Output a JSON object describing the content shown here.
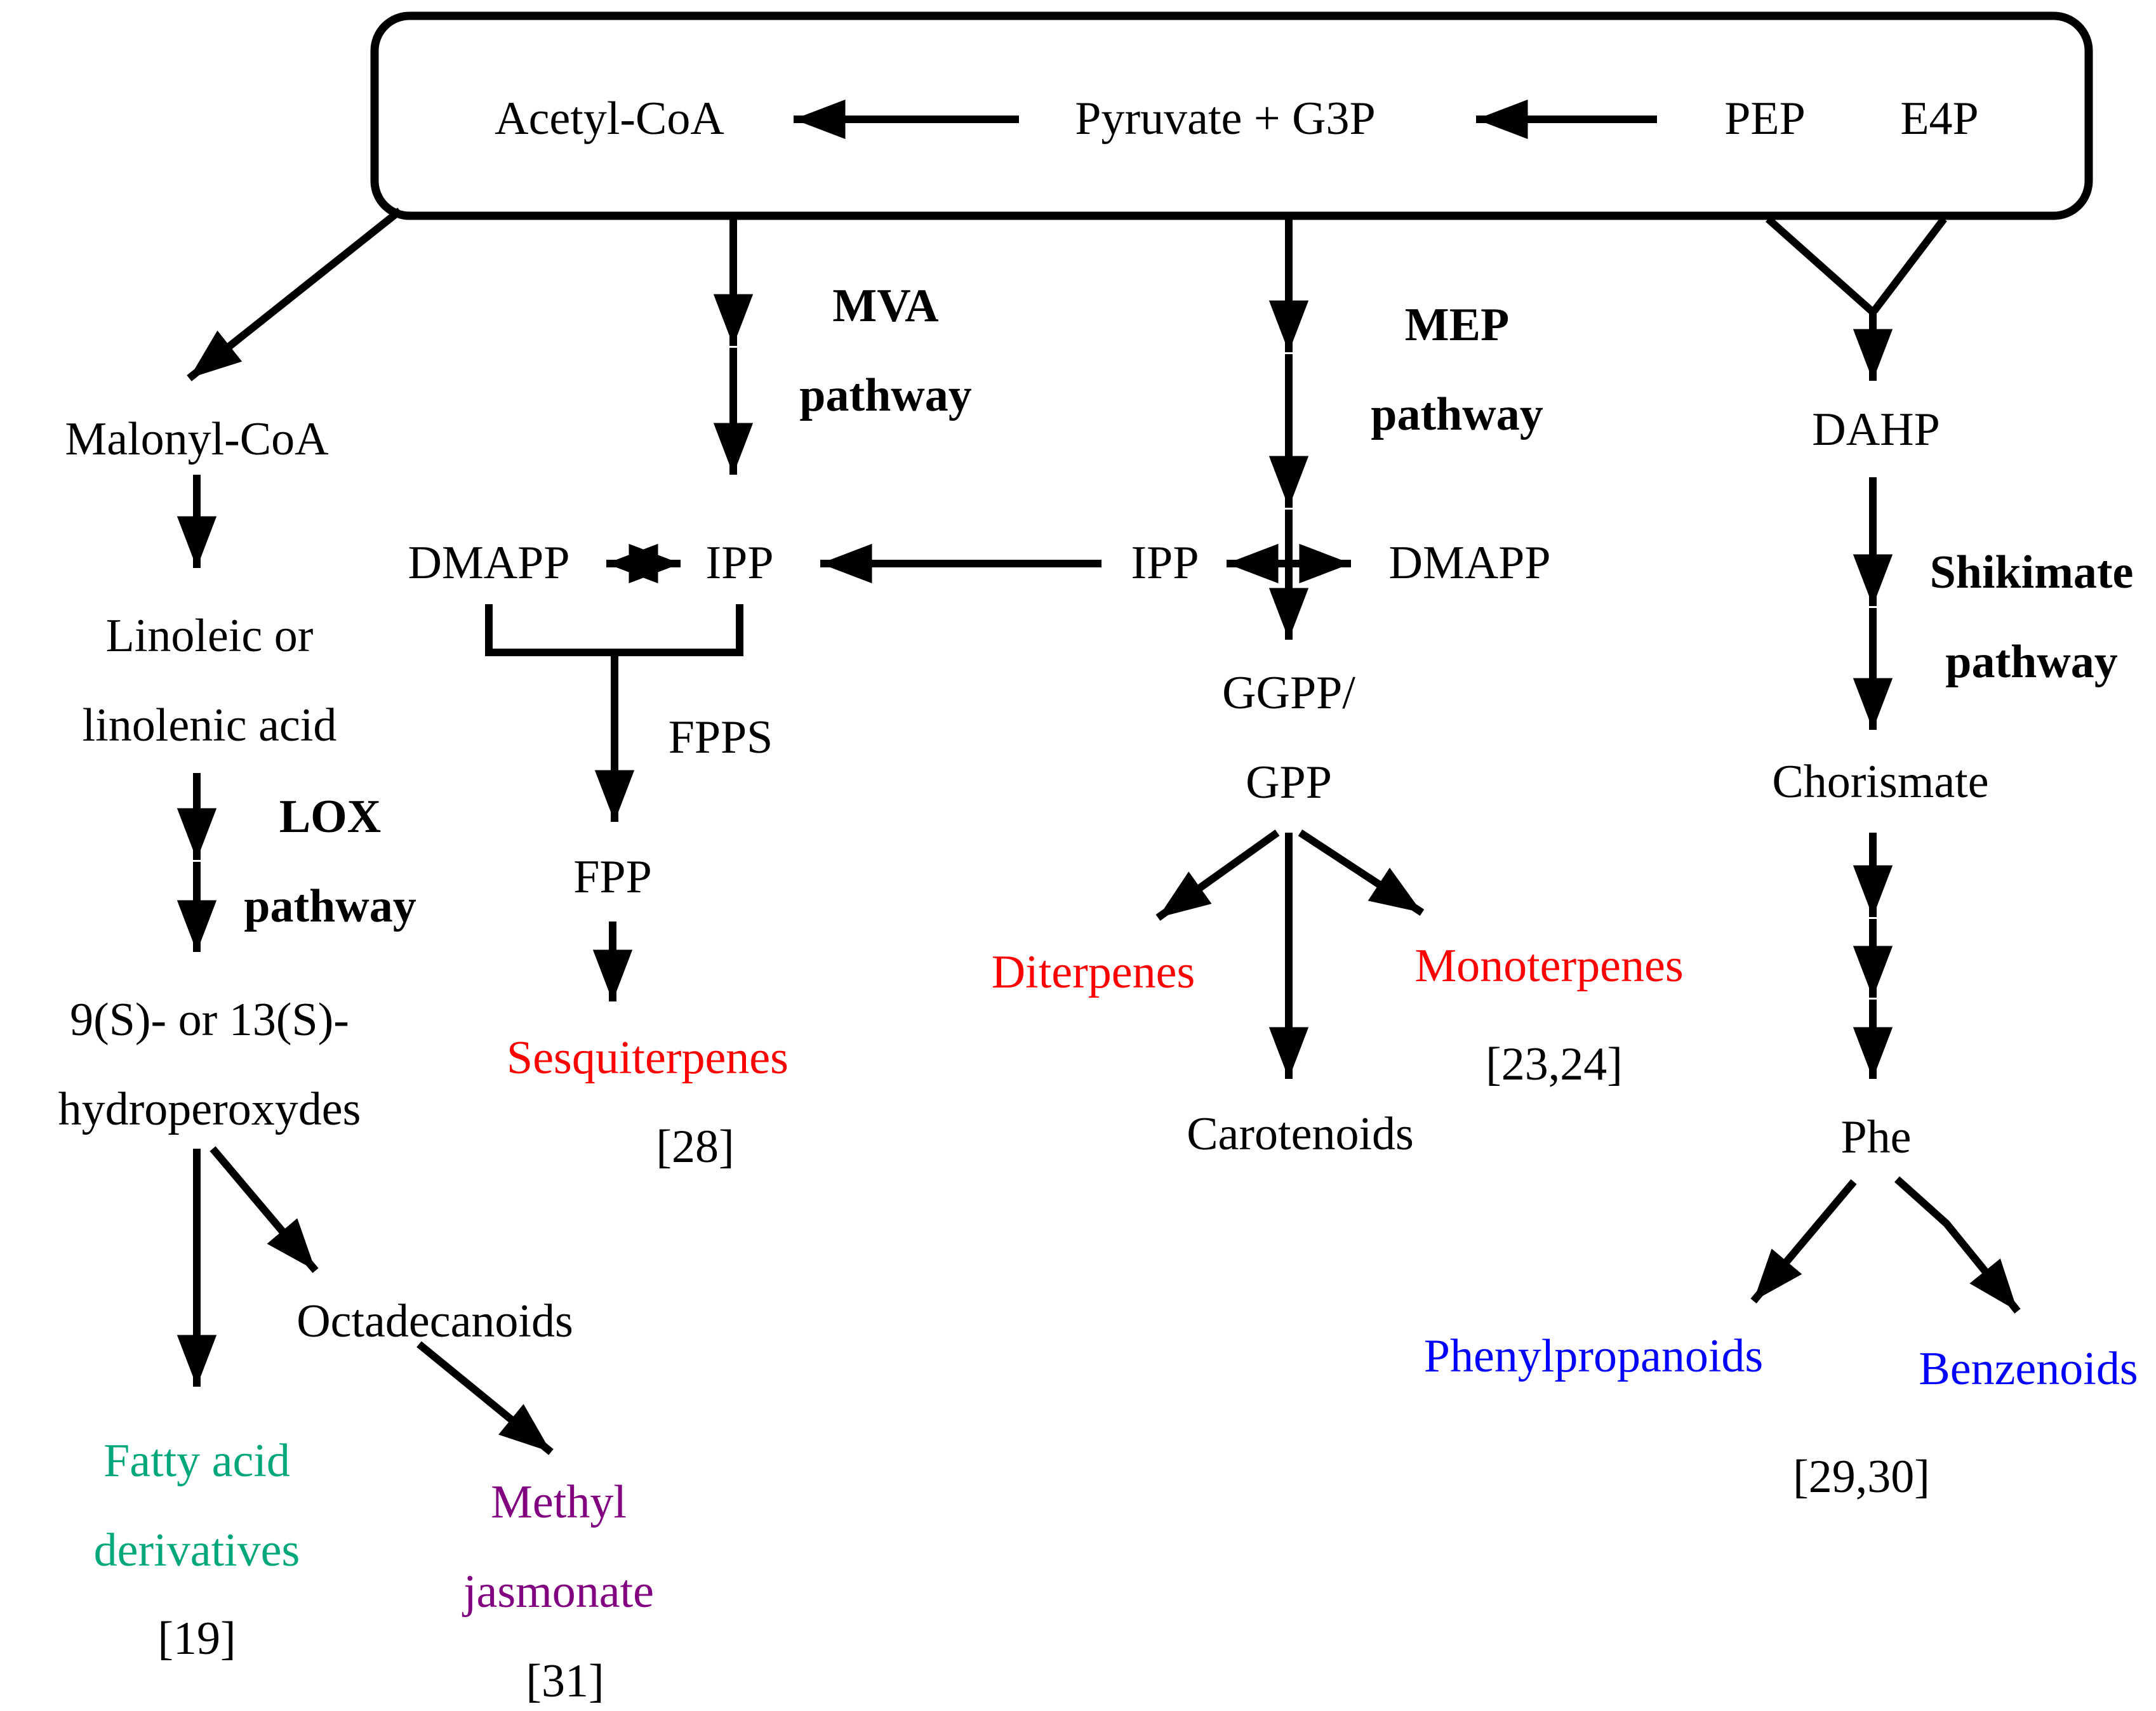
{
  "diagram": {
    "top_box": {
      "acetyl_coa": "Acetyl-CoA",
      "pyruvate_g3p": "Pyruvate + G3P",
      "pep": "PEP",
      "e4p": "E4P"
    },
    "fatty_acid_branch": {
      "malonyl_coa": "Malonyl-CoA",
      "linoleic_acid": "Linoleic or\nlinolenic acid",
      "lox_pathway_label": "LOX\npathway",
      "hydroperoxydes": "9(S)- or 13(S)-\nhydroperoxydes",
      "octadecanoids": "Octadecanoids",
      "fatty_acid_derivatives": "Fatty acid\nderivatives",
      "fatty_acid_ref": "[19]",
      "methyl_jasmonate": "Methyl\njasmonate",
      "methyl_jasmonate_ref": "[31]"
    },
    "mva_branch": {
      "mva_pathway_label": "MVA\npathway",
      "dmapp": "DMAPP",
      "ipp": "IPP",
      "fpps": "FPPS",
      "fpp": "FPP",
      "sesquiterpenes": "Sesquiterpenes",
      "sesquiterpenes_ref": "[28]"
    },
    "mep_branch": {
      "mep_pathway_label": "MEP\npathway",
      "ipp": "IPP",
      "dmapp": "DMAPP",
      "ggpp_gpp": "GGPP/\nGPP",
      "diterpenes": "Diterpenes",
      "carotenoids": "Carotenoids",
      "monoterpenes": "Monoterpenes",
      "monoterpenes_ref": "[23,24]"
    },
    "shikimate_branch": {
      "dahp": "DAHP",
      "shikimate_pathway_label": "Shikimate\npathway",
      "chorismate": "Chorismate",
      "phe": "Phe",
      "phenylpropanoids": "Phenylpropanoids",
      "benzenoids": "Benzenoids",
      "phenyl_benz_ref": "[29,30]"
    },
    "colors": {
      "terpene_red": "#ff0000",
      "fatty_acid_green": "#00a77b",
      "jasmonate_purple": "#800080",
      "phenylpropanoid_blue": "#0000ff",
      "line_black": "#000000"
    }
  }
}
